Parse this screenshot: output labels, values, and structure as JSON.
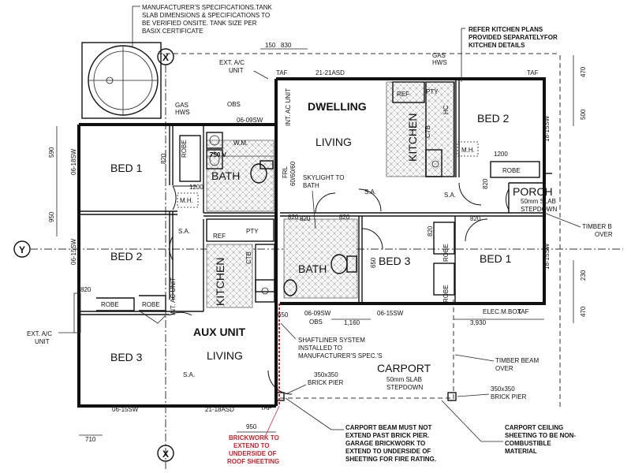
{
  "notes": {
    "tank_spec": [
      "MANUFACTURER'S SPECIFICATIONS.TANK",
      "SLAB DIMENSIONS & SPECIFICATIONS TO",
      "BE VERIFIED ONSITE. TANK SIZE PER",
      "BASIX CERTIFICATE"
    ],
    "kitchen_plans": [
      "REFER KITCHEN PLANS",
      "PROVIDED SEPARATELYFOR",
      "KITCHEN DETAILS"
    ],
    "ext_ac_top": [
      "EXT. A/C",
      "UNIT"
    ],
    "ext_ac_left": [
      "EXT. A/C",
      "UNIT"
    ],
    "skylight": [
      "SKYLIGHT TO",
      "BATH"
    ],
    "shaftliner": [
      "SHAFTLINER SYSTEM",
      "INSTALLED TO",
      "MANUFACTURER'S SPEC.'S"
    ],
    "timber_beam_right": [
      "TIMBER B",
      "OVER"
    ],
    "timber_beam_carport": [
      "TIMBER BEAM",
      "OVER"
    ],
    "brick_pier_left": [
      "350x350",
      "BRICK PIER"
    ],
    "brick_pier_right": [
      "350x350",
      "BRICK PIER"
    ],
    "carport_beam": [
      "CARPORT BEAM MUST NOT",
      "EXTEND PAST BRICK PIER.",
      "GARAGE BRICKWORK TO",
      "EXTEND TO UNDERSIDE OF",
      "SHEETING FOR FIRE RATING."
    ],
    "carport_ceiling": [
      "CARPORT CEILING",
      "SHEETING TO BE NON-",
      "COMBUSTIBLE",
      "MATERIAL"
    ],
    "brickwork_red": [
      "BRICKWORK TO",
      "EXTEND TO",
      "UNDERSIDE OF",
      "ROOF SHEETING"
    ]
  },
  "rooms": {
    "dwelling": "DWELLING",
    "living_main": "LIVING",
    "kitchen_main": "KITCHEN",
    "bed2_main": "BED 2",
    "porch": "PORCH",
    "porch_slab": [
      "50mm SLAB",
      "STEPDOWN"
    ],
    "bed1_main": "BED 1",
    "bed3_main": "BED 3",
    "bath_main": "BATH",
    "bed1_aux": "BED 1",
    "bath_aux": "BATH",
    "bed2_aux": "BED 2",
    "kitchen_aux": "KITCHEN",
    "bed3_aux": "BED 3",
    "aux_unit": "AUX UNIT",
    "living_aux": "LIVING",
    "carport": "CARPORT",
    "carport_slab": [
      "50mm SLAB",
      "STEPDOWN"
    ]
  },
  "labels": {
    "gas_top": [
      "GAS",
      "HWS"
    ],
    "gas_left": [
      "GAS",
      "HWS"
    ],
    "obs_top": "OBS",
    "obs_bottom": "OBS",
    "window_21_21asd": "21-21ASD",
    "window_06_09sw_top": "06-09SW",
    "window_06_09sw_bottom": "06-09SW",
    "window_06_15sw_bottom": "06-15SW",
    "window_06_15sw_aux": "06-15SW",
    "window_21_18asd": "21-18ASD",
    "window_06_18sw": "06-18SW",
    "window_06_15sw_left": "06-15SW",
    "window_18_15sw_top": "18-15SW",
    "window_18_15sw_bot": "18-15SW",
    "int_ac_unit_top": "INT. AC UNIT",
    "int_ac_unit_aux": "INT. AC UNIT",
    "frl": "FRL",
    "frl_val": "60/60/60",
    "robe": "ROBE",
    "pty": "PTY",
    "ref": "REF",
    "mh": "M.H.",
    "sa": "S.A.",
    "elec": "ELEC.M.BOX",
    "wm": "W.M.",
    "hws_750": "750 V",
    "ctb": "CTB",
    "hc": "HC",
    "taf": "TAF"
  },
  "dims": {
    "d150": "150",
    "d830": "830",
    "d470_top": "470",
    "d500": "500",
    "d590": "590",
    "d950_left": "950",
    "d230": "230",
    "d470_right": "470",
    "d1160": "1,160",
    "d3930": "3,930",
    "d650": "650",
    "d950_bottom": "950",
    "d710": "710",
    "d820": "820",
    "d1200": "1200",
    "d650_vert": "650"
  },
  "grid_markers": {
    "x": "X",
    "y": "Y"
  }
}
